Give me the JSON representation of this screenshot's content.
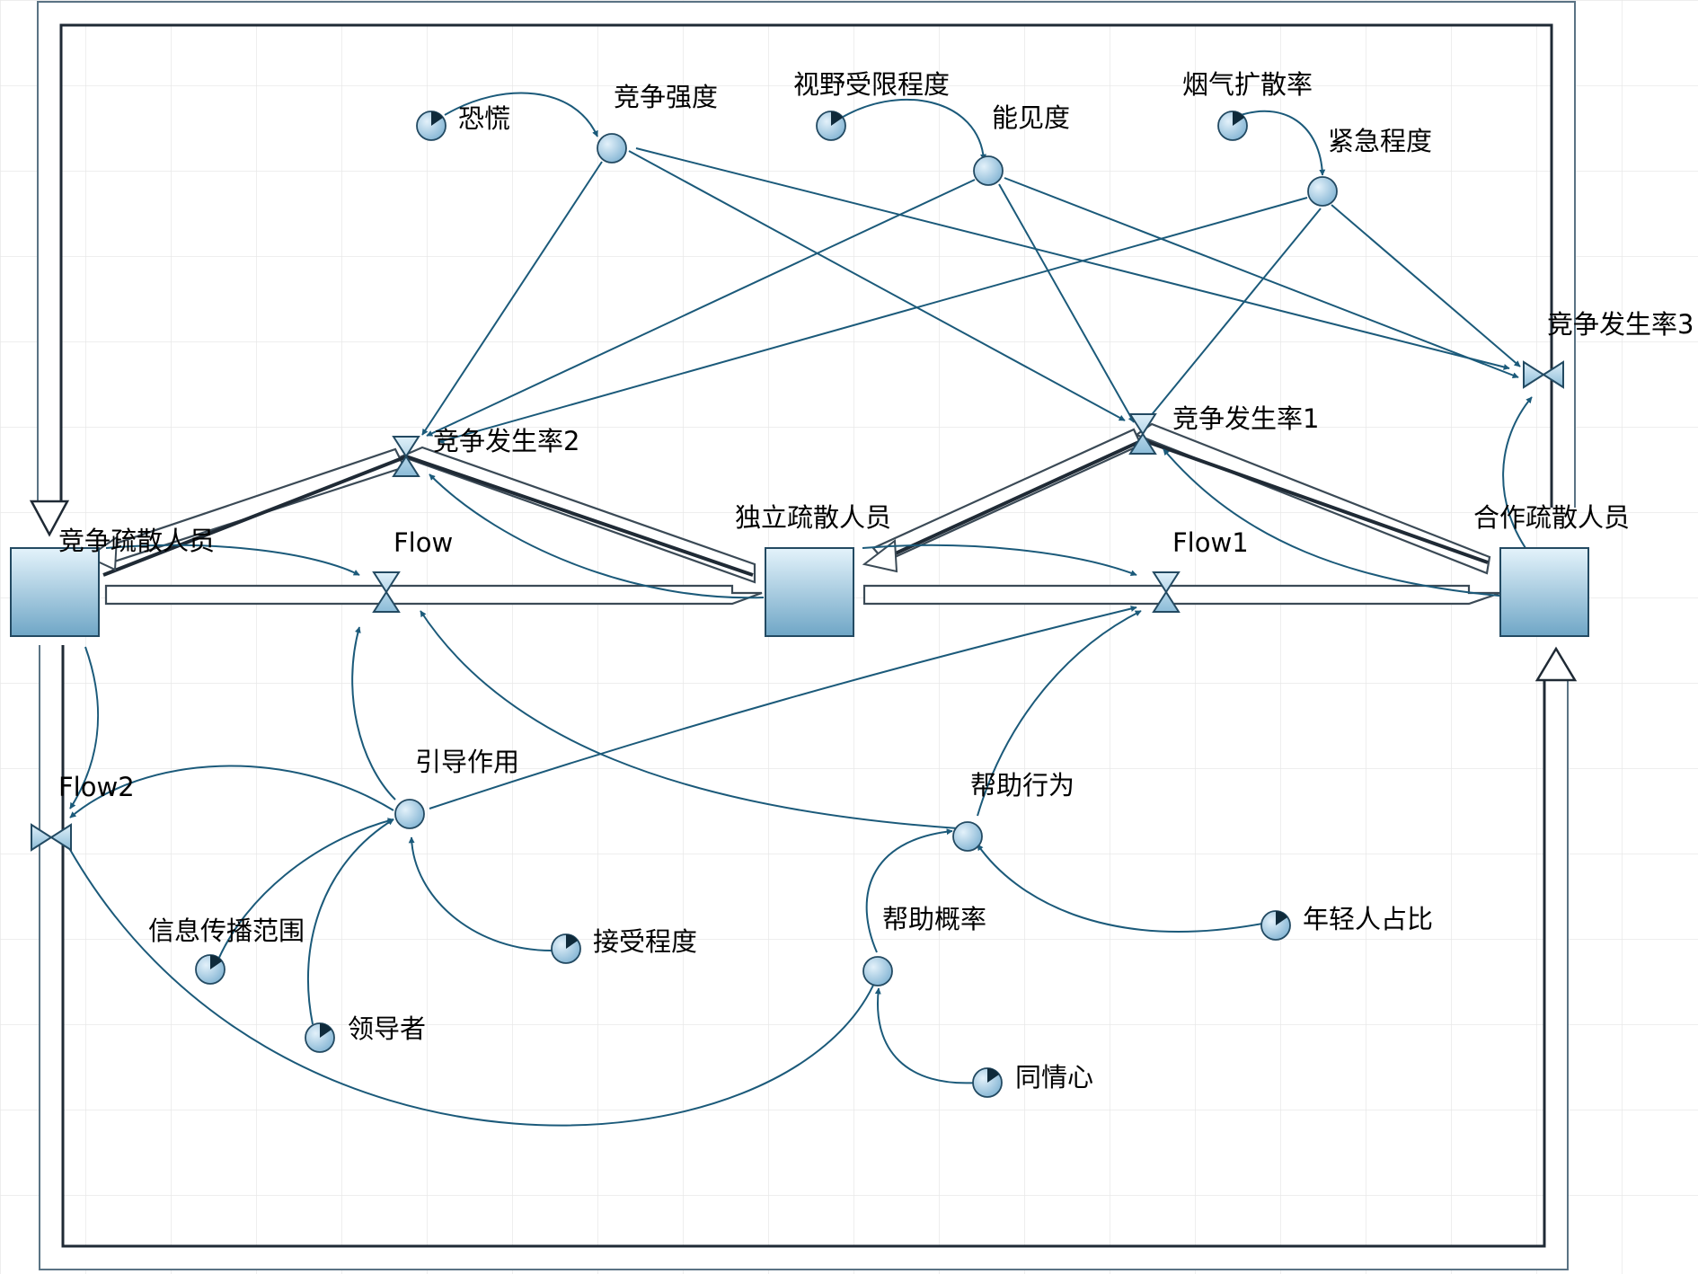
{
  "stocks": {
    "competitive": "竞争疏散人员",
    "independent": "独立疏散人员",
    "cooperative": "合作疏散人员"
  },
  "flows": {
    "flow": "Flow",
    "flow1": "Flow1",
    "flow2": "Flow2",
    "rate1": "竞争发生率1",
    "rate2": "竞争发生率2",
    "rate3": "竞争发生率3"
  },
  "auxiliaries": {
    "competition_intensity": "竞争强度",
    "visibility": "能见度",
    "urgency": "紧急程度",
    "guidance": "引导作用",
    "helping_behavior": "帮助行为",
    "help_probability": "帮助概率"
  },
  "constants": {
    "panic": "恐慌",
    "vision_restriction": "视野受限程度",
    "smoke_spread": "烟气扩散率",
    "info_range": "信息传播范围",
    "leader": "领导者",
    "acceptance": "接受程度",
    "youth_ratio": "年轻人占比",
    "sympathy": "同情心"
  },
  "colors": {
    "link": "#1b5a7a",
    "node": "#8fc0dc",
    "stock_top": "#dbeef8",
    "stock_bottom": "#7fb2cf",
    "grid": "#e6e6e6"
  }
}
